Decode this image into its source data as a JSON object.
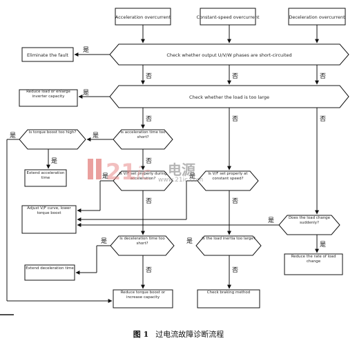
{
  "title_fault_1": "Acceleration overcurrent",
  "title_fault_2": "Constant-speed overcurrent",
  "title_fault_3": "Deceleration overcurrent",
  "caption_label": "图 1",
  "caption_text": "过电流故障诊断流程",
  "watermark_cn": "电源",
  "watermark_en": "www.21ic.com",
  "nodes": {
    "n_uvw": "Check whether output U/V/W phases are short-circuited",
    "n_fault": "Eliminate the fault",
    "n_load_big": "Check whether the load is too large",
    "n_reduce_load": "Reduce load or enlarge inverter capacity",
    "n_accel_time_short": "Is acceleration time too short?",
    "n_torque_comp": "Is torque boost too high?",
    "n_extend_accel": "Extend acceleration time",
    "n_vf_accel": "Is V/F set properly during acceleration?",
    "n_vf_const": "Is V/F set properly at constant speed?",
    "n_adjust_vf": "Adjust V/F curve, lower torque boost",
    "n_load_sudden": "Does the load change suddenly?",
    "n_decel_time": "Is deceleration time too short?",
    "n_inertia": "Is the load inertia too large?",
    "n_extend_decel": "Extend deceleration time",
    "n_check_brake": "Check braking method",
    "n_reduce_rate": "Reduce the rate of load change",
    "n_reduce_freq": "Reduce torque boost or increase capacity"
  },
  "edge_labels": {
    "yes": "是",
    "no": "否"
  }
}
